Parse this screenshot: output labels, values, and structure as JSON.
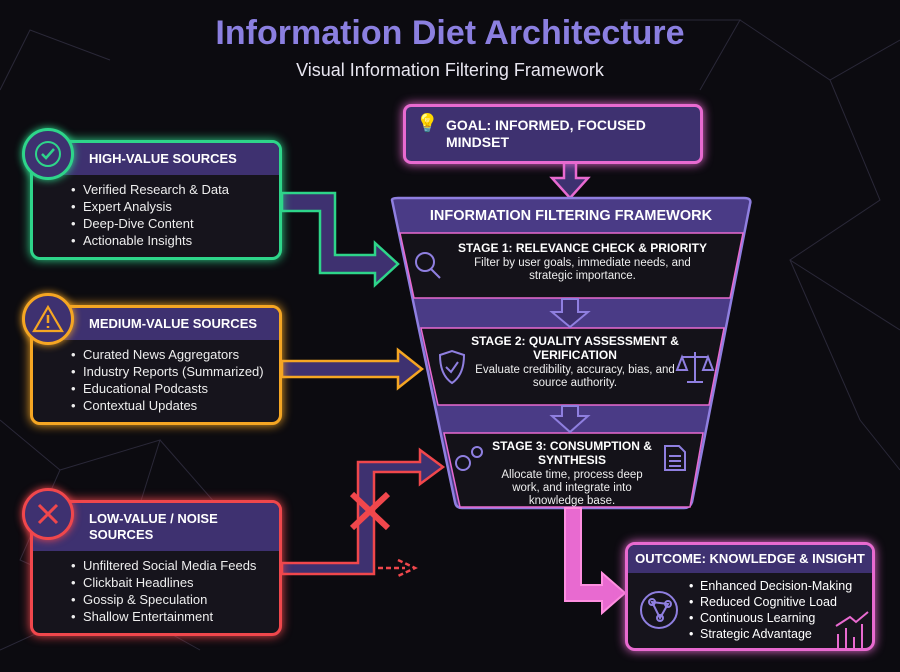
{
  "title": "Information Diet Architecture",
  "subtitle": "Visual Information Filtering Framework",
  "colors": {
    "high": "#2ed58a",
    "medium": "#f5a623",
    "low": "#f0474c",
    "pink": "#e86ad0",
    "purple": "#3e3170",
    "title": "#8b7fe0"
  },
  "goal": {
    "label": "GOAL: INFORMED, FOCUSED MINDSET",
    "icon": "lightbulb-brain-icon"
  },
  "sources": [
    {
      "title": "HIGH-VALUE SOURCES",
      "icon": "check-circle-icon",
      "items": [
        "Verified Research & Data",
        "Expert Analysis",
        "Deep-Dive Content",
        "Actionable Insights"
      ]
    },
    {
      "title": "MEDIUM-VALUE SOURCES",
      "icon": "warning-icon",
      "items": [
        "Curated News Aggregators",
        "Industry Reports (Summarized)",
        "Educational Podcasts",
        "Contextual Updates"
      ]
    },
    {
      "title": "LOW-VALUE / NOISE SOURCES",
      "icon": "x-icon",
      "items": [
        "Unfiltered Social Media Feeds",
        "Clickbait Headlines",
        "Gossip & Speculation",
        "Shallow Entertainment"
      ]
    }
  ],
  "funnel": {
    "title": "INFORMATION FILTERING FRAMEWORK",
    "stages": [
      {
        "title": "STAGE 1: RELEVANCE CHECK & PRIORITY",
        "desc": "Filter by user goals, immediate needs, and strategic importance.",
        "icon": "magnifier-icon"
      },
      {
        "title": "STAGE 2: QUALITY ASSESSMENT & VERIFICATION",
        "desc": "Evaluate credibility, accuracy, bias, and source authority.",
        "icons": [
          "shield-check-icon",
          "scales-icon"
        ]
      },
      {
        "title": "STAGE 3: CONSUMPTION & SYNTHESIS",
        "desc": "Allocate time, process deep work, and integrate into knowledge base.",
        "icons": [
          "gears-icon",
          "document-icon"
        ]
      }
    ]
  },
  "outcome": {
    "title": "OUTCOME: KNOWLEDGE & INSIGHT",
    "items": [
      "Enhanced Decision-Making",
      "Reduced Cognitive Load",
      "Continuous Learning",
      "Strategic Advantage"
    ],
    "icons": [
      "network-icon",
      "growth-chart-icon"
    ]
  }
}
